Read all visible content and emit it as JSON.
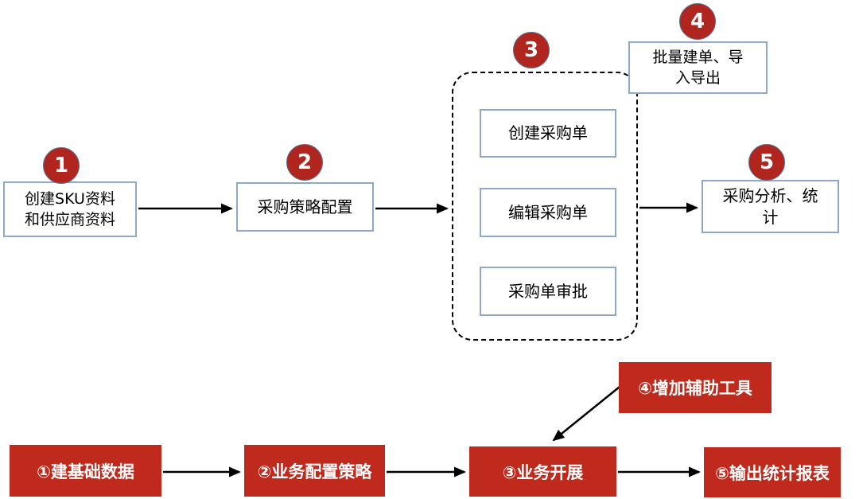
{
  "colors": {
    "badge_red": "#b1251f",
    "stage_red": "#bf2a1d",
    "box_border_blue": "#8fa8c8",
    "arrow_black": "#000000",
    "background": "#ffffff"
  },
  "top_flow": {
    "step1": {
      "num": "1",
      "label": "创建SKU资料\n和供应商资料"
    },
    "step2": {
      "num": "2",
      "label": "采购策略配置"
    },
    "step3": {
      "num": "3",
      "items": [
        "创建采购单",
        "编辑采购单",
        "采购单审批"
      ]
    },
    "step4": {
      "num": "4",
      "label": "批量建单、导\n入导出"
    },
    "step5": {
      "num": "5",
      "label": "采购分析、统\n计"
    }
  },
  "bottom_flow": {
    "stage1": {
      "label": "①建基础数据"
    },
    "stage2": {
      "label": "②业务配置策略"
    },
    "stage3": {
      "label": "③业务开展"
    },
    "stage4": {
      "label": "④增加辅助工具"
    },
    "stage5": {
      "label": "⑤输出统计报表"
    }
  }
}
